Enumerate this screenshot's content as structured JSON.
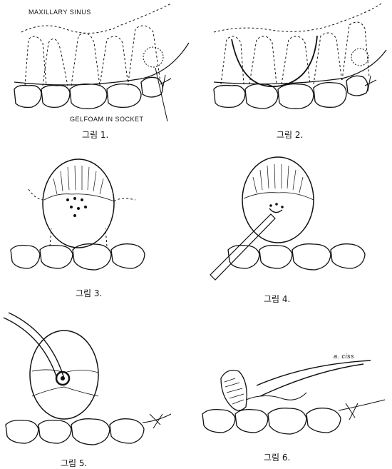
{
  "labels": {
    "maxillary_sinus": "MAXILLARY SINUS",
    "gelfoam_in_socket": "GELFOAM IN SOCKET",
    "fig6_annotation": "a. ciss"
  },
  "captions": {
    "fig1": "그림 1.",
    "fig2": "그림 2.",
    "fig3": "그림 3.",
    "fig4": "그림 4.",
    "fig5": "그림 5.",
    "fig6": "그림 6."
  },
  "colors": {
    "ink": "#111111",
    "background": "#ffffff"
  }
}
